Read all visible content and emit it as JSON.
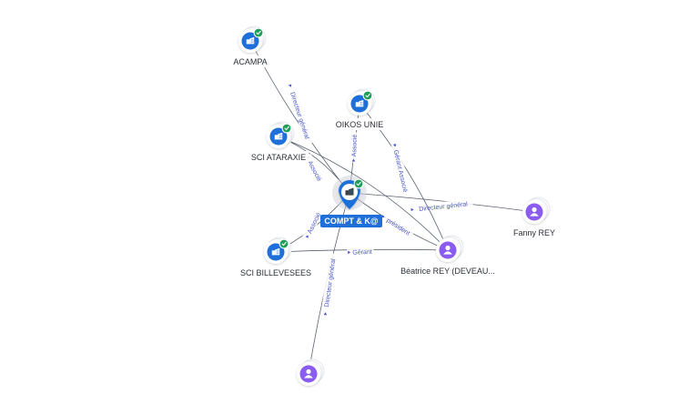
{
  "colors": {
    "company": "#1e6fd9",
    "person": "#8a5cf0",
    "verified": "#1f9e5a",
    "edge": "#5b6270",
    "edge_label": "#4a56c8",
    "center_label_bg": "#1e6fd9"
  },
  "nodes": [
    {
      "id": "acampa",
      "kind": "company",
      "verified": true,
      "label": "ACAMPA",
      "icon": "building-icon"
    },
    {
      "id": "oikos",
      "kind": "company",
      "verified": true,
      "label": "OIKOS UNIE",
      "icon": "building-icon"
    },
    {
      "id": "ataraxie",
      "kind": "company",
      "verified": true,
      "label": "SCI ATARAXIE",
      "icon": "building-icon"
    },
    {
      "id": "center",
      "kind": "center",
      "verified": true,
      "label": "COMPT & K@",
      "icon": "building-icon"
    },
    {
      "id": "billevesees",
      "kind": "company",
      "verified": true,
      "label": "SCI BILLEVESEES",
      "icon": "building-icon"
    },
    {
      "id": "fanny",
      "kind": "person",
      "verified": false,
      "label": "Fanny REY",
      "icon": "person-icon"
    },
    {
      "id": "beatrice",
      "kind": "person",
      "verified": false,
      "label": "Béatrice REY (DEVEAU...",
      "icon": "person-icon"
    },
    {
      "id": "bottom",
      "kind": "person",
      "verified": false,
      "label": "",
      "icon": "person-icon"
    }
  ],
  "edges": [
    {
      "from": "acampa",
      "to": "center",
      "label": "Directeur général"
    },
    {
      "from": "ataraxie",
      "to": "center",
      "label": "Associé"
    },
    {
      "from": "oikos",
      "to": "center",
      "label": "Associé"
    },
    {
      "from": "fanny",
      "to": "center",
      "label": "Directeur général"
    },
    {
      "from": "beatrice",
      "to": "center",
      "label": "président"
    },
    {
      "from": "beatrice",
      "to": "oikos",
      "label": "Gérant Associé"
    },
    {
      "from": "beatrice",
      "to": "billevesees",
      "label": "Gérant"
    },
    {
      "from": "billevesees",
      "to": "center",
      "label": "Associé"
    },
    {
      "from": "bottom",
      "to": "center",
      "label": "Directeur général"
    },
    {
      "from": "beatrice",
      "to": "ataraxie",
      "label": ""
    }
  ]
}
